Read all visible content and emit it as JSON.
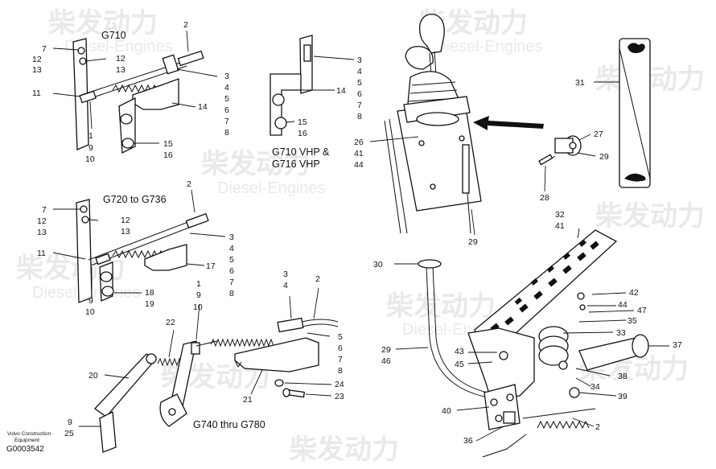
{
  "watermark": {
    "cn": "柴发动力",
    "en": "Diesel-Engines"
  },
  "captions": {
    "g710": "G710",
    "g710vhp_1": "G710 VHP &",
    "g710vhp_2": "G716 VHP",
    "g720": "G720 to G736",
    "g740": "G740 thru G780"
  },
  "footer": {
    "line1": "Volvo Construction",
    "line2": "Equipment",
    "ref": "G0003542"
  },
  "callouts": {
    "a_7": "7",
    "a_12": "12",
    "a_13": "13",
    "a_11": "11",
    "a_1": "1",
    "a_9": "9",
    "a_10": "10",
    "a_2": "2",
    "a_12r": "12",
    "a_13r": "13",
    "a_3": "3",
    "a_4": "4",
    "a_5": "5",
    "a_6": "6",
    "a_7r": "7",
    "a_8": "8",
    "a_14": "14",
    "a_15": "15",
    "a_16": "16",
    "b_3": "3",
    "b_4": "4",
    "b_5": "5",
    "b_6": "6",
    "b_7": "7",
    "b_8": "8",
    "b_14": "14",
    "b_15": "15",
    "b_16": "16",
    "c_26": "26",
    "c_41": "41",
    "c_44": "44",
    "c_29": "29",
    "c_27": "27",
    "c_29b": "29",
    "c_28": "28",
    "c_31": "31",
    "d_7": "7",
    "d_12": "12",
    "d_13": "13",
    "d_11": "11",
    "d_9": "9",
    "d_10": "10",
    "d_2": "2",
    "d_12r": "12",
    "d_13r": "13",
    "d_3": "3",
    "d_4": "4",
    "d_5": "5",
    "d_6": "6",
    "d_7r": "7",
    "d_8": "8",
    "d_17": "17",
    "d_18": "18",
    "d_19": "19",
    "e_1": "1",
    "e_9": "9",
    "e_10": "10",
    "e_3": "3",
    "e_4": "4",
    "e_2": "2",
    "e_22": "22",
    "e_20": "20",
    "e_5": "5",
    "e_6": "6",
    "e_7": "7",
    "e_8": "8",
    "e_24": "24",
    "e_23": "23",
    "e_21": "21",
    "e_9b": "9",
    "e_25": "25",
    "f_32": "32",
    "f_41": "41",
    "f_30": "30",
    "f_42": "42",
    "f_44": "44",
    "f_47": "47",
    "f_35": "35",
    "f_33": "33",
    "f_37": "37",
    "f_43": "43",
    "f_45": "45",
    "f_29": "29",
    "f_46": "46",
    "f_38": "38",
    "f_34": "34",
    "f_39": "39",
    "f_40": "40",
    "f_2": "2",
    "f_36": "36"
  }
}
